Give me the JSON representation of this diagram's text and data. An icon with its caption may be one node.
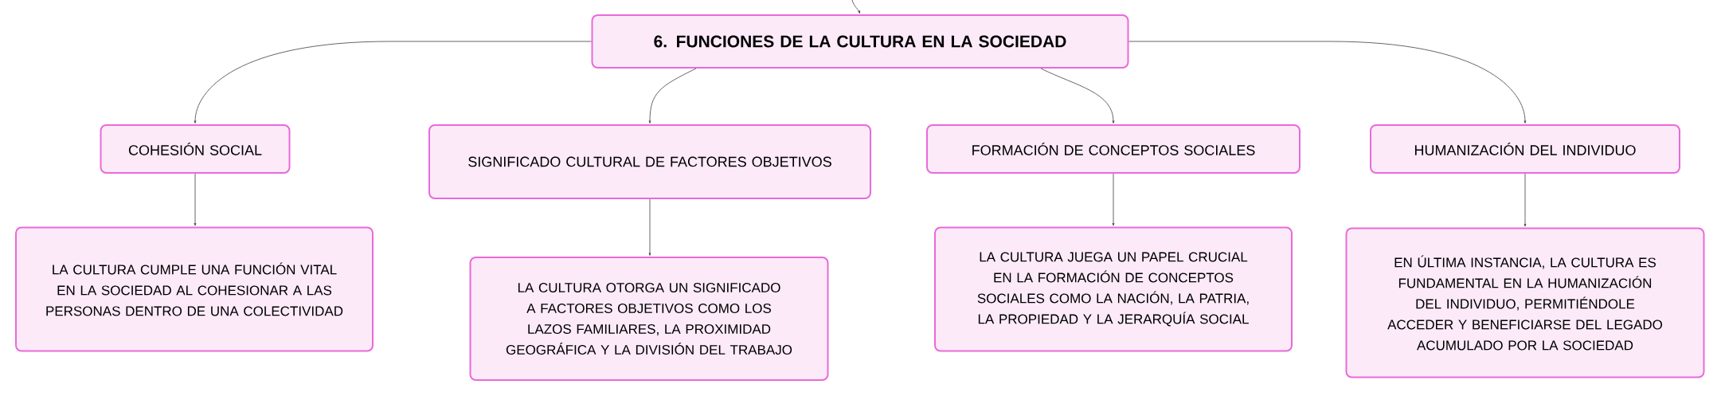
{
  "diagram": {
    "nodes": [
      {
        "text": [
          "6. FUNCIONES DE LA CULTURA EN LA SOCIEDAD"
        ]
      },
      {
        "text": [
          "COHESIÓN SOCIAL"
        ]
      },
      {
        "text": [
          "SIGNIFICADO CULTURAL DE FACTORES OBJETIVOS"
        ]
      },
      {
        "text": [
          "FORMACIÓN DE CONCEPTOS SOCIALES"
        ]
      },
      {
        "text": [
          "HUMANIZACIÓN DEL INDIVIDUO"
        ]
      },
      {
        "text": [
          "LA CULTURA CUMPLE UNA FUNCIÓN VITAL EN LA SOCIEDAD AL COHESIONAR A LAS PERSONAS DENTRO DE UNA COLECTIVIDAD"
        ]
      },
      {
        "text": [
          "LA CULTURA OTORGA UN SIGNIFICADO A FACTORES OBJETIVOS COMO LOS LAZOS FAMILIARES, LA PROXIMIDAD GEOGRÁFICA Y LA DIVISIÓN DEL TRABAJO"
        ]
      },
      {
        "text": [
          "LA CULTURA JUEGA UN PAPEL CRUCIAL EN LA FORMACIÓN DE CONCEPTOS SOCIALES COMO LA NACIÓN, LA PATRIA, LA PROPIEDAD Y LA JERARQUÍA SOCIAL"
        ]
      },
      {
        "text": [
          "EN ÚLTIMA INSTANCIA, LA CULTURA ES FUNDAMENTAL EN LA HUMANIZACIÓN DEL INDIVIDUO, PERMITIÉNDOLE ACCEDER Y BENEFICIARSE DEL LEGADO ACUMULADO POR LA SOCIEDAD"
        ]
      }
    ],
    "edges": [
      {
        "from": null,
        "to": 0,
        "arrow": "to"
      },
      {
        "from": 0,
        "to": 1,
        "arrow": "to"
      },
      {
        "from": 0,
        "to": 2,
        "arrow": "to"
      },
      {
        "from": 0,
        "to": 3,
        "arrow": "to"
      },
      {
        "from": 0,
        "to": 4,
        "arrow": "to"
      },
      {
        "from": 1,
        "to": 5,
        "arrow": "to"
      },
      {
        "from": 2,
        "to": 6,
        "arrow": "to"
      },
      {
        "from": 3,
        "to": 7,
        "arrow": "to"
      },
      {
        "from": 4,
        "to": 8,
        "arrow": "to"
      }
    ]
  }
}
